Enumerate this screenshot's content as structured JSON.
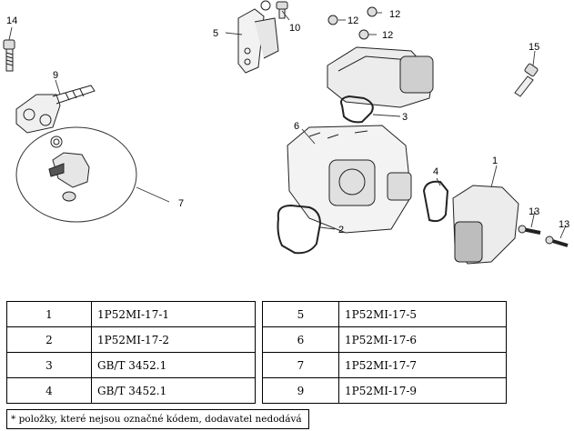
{
  "diagram": {
    "callouts": {
      "c14": "14",
      "c9": "9",
      "c7": "7",
      "c5": "5",
      "c10": "10",
      "c12a": "12",
      "c12b": "12",
      "c12c": "12",
      "c15": "15",
      "c3": "3",
      "c6": "6",
      "c4": "4",
      "c1": "1",
      "c2": "2",
      "c13a": "13",
      "c13b": "13"
    }
  },
  "parts_table": {
    "left": [
      {
        "no": "1",
        "code": "1P52MI-17-1"
      },
      {
        "no": "2",
        "code": "1P52MI-17-2"
      },
      {
        "no": "3",
        "code": "GB/T 3452.1"
      },
      {
        "no": "4",
        "code": "GB/T 3452.1"
      }
    ],
    "right": [
      {
        "no": "5",
        "code": "1P52MI-17-5"
      },
      {
        "no": "6",
        "code": "1P52MI-17-6"
      },
      {
        "no": "7",
        "code": "1P52MI-17-7"
      },
      {
        "no": "9",
        "code": "1P52MI-17-9"
      }
    ]
  },
  "footnote": "* položky, které nejsou označné kódem, dodavatel nedodává"
}
